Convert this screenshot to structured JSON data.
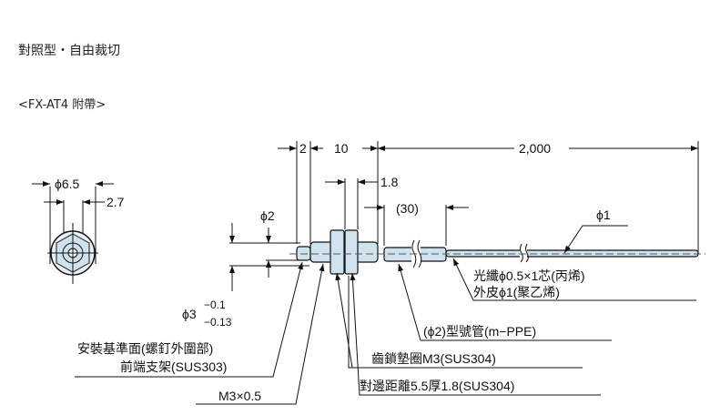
{
  "header": {
    "title": "對照型・自由裁切",
    "subtitle": "<FX-AT4 附帶>"
  },
  "dimensions": {
    "end_diameter": "ϕ6.5",
    "end_inner": "2.7",
    "tip_length": "2",
    "body_length": "10",
    "cable_length": "2,000",
    "nut_thickness": "1.8",
    "tube_length": "(30)",
    "tip_diameter": "ϕ2",
    "fiber_diameter": "ϕ1",
    "thread_diameter": "ϕ3",
    "tol_upper": "−0.1",
    "tol_lower": "−0.13"
  },
  "callouts": {
    "fiber_1": "光纖ϕ0.5×1芯(丙烯)",
    "fiber_2": "外皮ϕ1(聚乙烯)",
    "tube": "(ϕ2)型號管(m−PPE)",
    "washer": "齒鎖墊圈M3(SUS304)",
    "nut": "對邊距離5.5厚1.8(SUS304)",
    "mount_1": "安裝基準面(螺釘外圍部)",
    "mount_2": "前端支架(SUS303)",
    "thread": "M3×0.5"
  },
  "colors": {
    "part_fill": "#cfe3ee"
  }
}
